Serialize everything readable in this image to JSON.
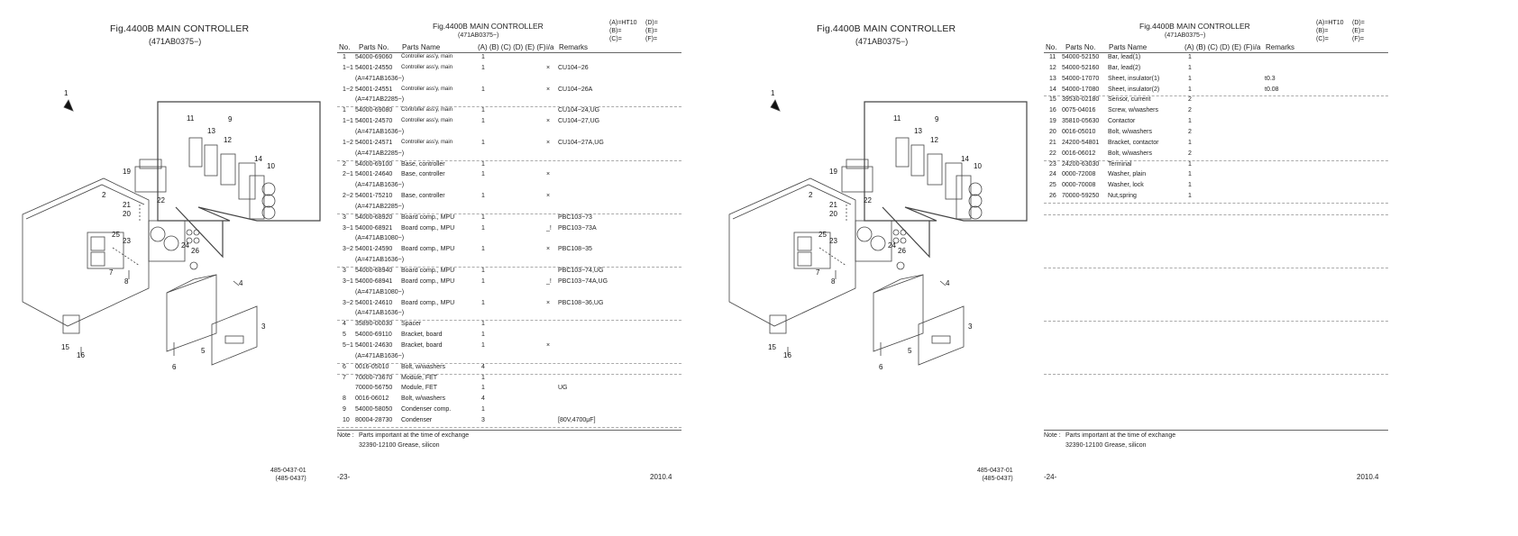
{
  "left_page": {
    "fig_title": "Fig.4400B  MAIN CONTROLLER",
    "fig_code": "(471AB0375−)",
    "table_title": "Fig.4400B  MAIN CONTROLLER",
    "table_code": "(471AB0375−)",
    "variants": {
      "a": "(A)=HT10",
      "b": "(B)=",
      "c": "(C)=",
      "d": "(D)=",
      "e": "(E)=",
      "f": "(F)="
    },
    "headers": {
      "no": "No.",
      "parts_no": "Parts No.",
      "parts_name": "Parts Name",
      "cols": "(A) (B) (C) (D) (E) (F)",
      "ia": "i/a",
      "remarks": "Remarks"
    },
    "rows": [
      {
        "no": "1",
        "pn": "54000-69060",
        "name": "Controller ass'y, main",
        "a": "1",
        "ia": "",
        "rem": ""
      },
      {
        "no": "1−1",
        "pn": "54001-24550",
        "name": "Controller ass'y, main",
        "a": "1",
        "ia": "×",
        "rem": "CU104−26"
      },
      {
        "no": "",
        "pn": "(A=471AB1636−)",
        "name": "",
        "a": "",
        "ia": "",
        "rem": ""
      },
      {
        "no": "1−2",
        "pn": "54001-24551",
        "name": "Controller ass'y, main",
        "a": "1",
        "ia": "×",
        "rem": "CU104−26A"
      },
      {
        "no": "",
        "pn": "(A=471AB2285−)",
        "name": "",
        "a": "",
        "ia": "",
        "rem": ""
      },
      {
        "no": "1",
        "pn": "54000-69080",
        "name": "Controller ass'y, main",
        "a": "1",
        "ia": "",
        "rem": "CU104−24,UG"
      },
      {
        "no": "1−1",
        "pn": "54001-24570",
        "name": "Controller ass'y, main",
        "a": "1",
        "ia": "×",
        "rem": "CU104−27,UG"
      },
      {
        "no": "",
        "pn": "(A=471AB1636−)",
        "name": "",
        "a": "",
        "ia": "",
        "rem": ""
      },
      {
        "no": "1−2",
        "pn": "54001-24571",
        "name": "Controller ass'y, main",
        "a": "1",
        "ia": "×",
        "rem": "CU104−27A,UG"
      },
      {
        "no": "",
        "pn": "(A=471AB2285−)",
        "name": "",
        "a": "",
        "ia": "",
        "rem": ""
      },
      {
        "no": "2",
        "pn": "54000-69100",
        "name": "Base, controller",
        "a": "1",
        "ia": "",
        "rem": ""
      },
      {
        "no": "2−1",
        "pn": "54001-24640",
        "name": "Base, controller",
        "a": "1",
        "ia": "×",
        "rem": ""
      },
      {
        "no": "",
        "pn": "(A=471AB1636−)",
        "name": "",
        "a": "",
        "ia": "",
        "rem": ""
      },
      {
        "no": "2−2",
        "pn": "54001-75210",
        "name": "Base, controller",
        "a": "1",
        "ia": "×",
        "rem": ""
      },
      {
        "no": "",
        "pn": "(A=471AB2285−)",
        "name": "",
        "a": "",
        "ia": "",
        "rem": ""
      },
      {
        "no": "3",
        "pn": "54000-68920",
        "name": "Board comp., MPU",
        "a": "1",
        "ia": "",
        "rem": "PBC103−73"
      },
      {
        "no": "3−1",
        "pn": "54000-68921",
        "name": "Board comp., MPU",
        "a": "1",
        "ia": "_!",
        "rem": "PBC103−73A"
      },
      {
        "no": "",
        "pn": "(A=471AB1080−)",
        "name": "",
        "a": "",
        "ia": "",
        "rem": ""
      },
      {
        "no": "3−2",
        "pn": "54001-24590",
        "name": "Board comp., MPU",
        "a": "1",
        "ia": "×",
        "rem": "PBC108−35"
      },
      {
        "no": "",
        "pn": "(A=471AB1636−)",
        "name": "",
        "a": "",
        "ia": "",
        "rem": ""
      },
      {
        "no": "3",
        "pn": "54000-68940",
        "name": "Board comp., MPU",
        "a": "1",
        "ia": "",
        "rem": "PBC103−74,UG"
      },
      {
        "no": "3−1",
        "pn": "54000-68941",
        "name": "Board comp., MPU",
        "a": "1",
        "ia": "_!",
        "rem": "PBC103−74A,UG"
      },
      {
        "no": "",
        "pn": "(A=471AB1080−)",
        "name": "",
        "a": "",
        "ia": "",
        "rem": ""
      },
      {
        "no": "3−2",
        "pn": "54001-24610",
        "name": "Board comp., MPU",
        "a": "1",
        "ia": "×",
        "rem": "PBC108−36,UG"
      },
      {
        "no": "",
        "pn": "(A=471AB1636−)",
        "name": "",
        "a": "",
        "ia": "",
        "rem": ""
      },
      {
        "no": "4",
        "pn": "35890-00030",
        "name": "Spacer",
        "a": "1",
        "ia": "",
        "rem": ""
      },
      {
        "no": "5",
        "pn": "54000-69110",
        "name": "Bracket, board",
        "a": "1",
        "ia": "",
        "rem": ""
      },
      {
        "no": "5−1",
        "pn": "54001-24630",
        "name": "Bracket, board",
        "a": "1",
        "ia": "×",
        "rem": ""
      },
      {
        "no": "",
        "pn": "(A=471AB1636−)",
        "name": "",
        "a": "",
        "ia": "",
        "rem": ""
      },
      {
        "no": "6",
        "pn": "0016-05010",
        "name": "Bolt, w/washers",
        "a": "4",
        "ia": "",
        "rem": ""
      },
      {
        "no": "7",
        "pn": "70000-73670",
        "name": "Module, FET",
        "a": "1",
        "ia": "",
        "rem": ""
      },
      {
        "no": "",
        "pn": "70000-56750",
        "name": "Module, FET",
        "a": "1",
        "ia": "",
        "rem": "UG"
      },
      {
        "no": "8",
        "pn": "0016-06012",
        "name": "Bolt, w/washers",
        "a": "4",
        "ia": "",
        "rem": ""
      },
      {
        "no": "9",
        "pn": "54000-58050",
        "name": "Condenser comp.",
        "a": "1",
        "ia": "",
        "rem": ""
      },
      {
        "no": "10",
        "pn": "80004-28730",
        "name": "Condenser",
        "a": "3",
        "ia": "",
        "rem": "[80V,4700μF]"
      }
    ],
    "note_label": "Note :",
    "note_line1": "Parts important at the time of exchange",
    "note_line2": "32390-12100 Grease, silicon",
    "page_no": "-23-",
    "date": "2010.4",
    "footref1": "485-0437-01",
    "footref2": "(485-0437)"
  },
  "right_page": {
    "fig_title": "Fig.4400B  MAIN CONTROLLER",
    "fig_code": "(471AB0375−)",
    "table_title": "Fig.4400B  MAIN CONTROLLER",
    "table_code": "(471AB0375−)",
    "variants": {
      "a": "(A)=HT10",
      "b": "(B)=",
      "c": "(C)=",
      "d": "(D)=",
      "e": "(E)=",
      "f": "(F)="
    },
    "headers": {
      "no": "No.",
      "parts_no": "Parts No.",
      "parts_name": "Parts Name",
      "cols": "(A) (B) (C) (D) (E) (F)",
      "ia": "i/a",
      "remarks": "Remarks"
    },
    "rows": [
      {
        "no": "11",
        "pn": "54000-52150",
        "name": "Bar, lead(1)",
        "a": "1",
        "ia": "",
        "rem": ""
      },
      {
        "no": "12",
        "pn": "54000-52160",
        "name": "Bar, lead(2)",
        "a": "1",
        "ia": "",
        "rem": ""
      },
      {
        "no": "13",
        "pn": "54000-17070",
        "name": "Sheet, insulator(1)",
        "a": "1",
        "ia": "",
        "rem": "t0.3"
      },
      {
        "no": "14",
        "pn": "54000-17080",
        "name": "Sheet, insulator(2)",
        "a": "1",
        "ia": "",
        "rem": "t0.08"
      },
      {
        "no": "15",
        "pn": "39530-02180",
        "name": "Sensor, current",
        "a": "2",
        "ia": "",
        "rem": ""
      },
      {
        "no": "16",
        "pn": "0075-04016",
        "name": "Screw, w/washers",
        "a": "2",
        "ia": "",
        "rem": ""
      },
      {
        "no": "19",
        "pn": "35810-05630",
        "name": "Contactor",
        "a": "1",
        "ia": "",
        "rem": ""
      },
      {
        "no": "20",
        "pn": "0016-05010",
        "name": "Bolt, w/washers",
        "a": "2",
        "ia": "",
        "rem": ""
      },
      {
        "no": "21",
        "pn": "24200-54801",
        "name": "Bracket, contactor",
        "a": "1",
        "ia": "",
        "rem": ""
      },
      {
        "no": "22",
        "pn": "0016-06012",
        "name": "Bolt, w/washers",
        "a": "2",
        "ia": "",
        "rem": ""
      },
      {
        "no": "23",
        "pn": "24200-63030",
        "name": "Terminal",
        "a": "1",
        "ia": "",
        "rem": ""
      },
      {
        "no": "24",
        "pn": "0000-72008",
        "name": "Washer, plain",
        "a": "1",
        "ia": "",
        "rem": ""
      },
      {
        "no": "25",
        "pn": "0000-70008",
        "name": "Washer, lock",
        "a": "1",
        "ia": "",
        "rem": ""
      },
      {
        "no": "26",
        "pn": "70000-59250",
        "name": "Nut,spring",
        "a": "1",
        "ia": "",
        "rem": ""
      }
    ],
    "note_label": "Note :",
    "note_line1": "Parts important at the time of exchange",
    "note_line2": "32390-12100 Grease, silicon",
    "page_no": "-24-",
    "date": "2010.4",
    "footref1": "485-0437-01",
    "footref2": "(485-0437)"
  },
  "callouts": [
    "1",
    "2",
    "3",
    "4",
    "5",
    "6",
    "7",
    "8",
    "9",
    "10",
    "11",
    "12",
    "13",
    "14",
    "15",
    "16",
    "19",
    "20",
    "21",
    "22",
    "23",
    "24",
    "25",
    "26"
  ]
}
